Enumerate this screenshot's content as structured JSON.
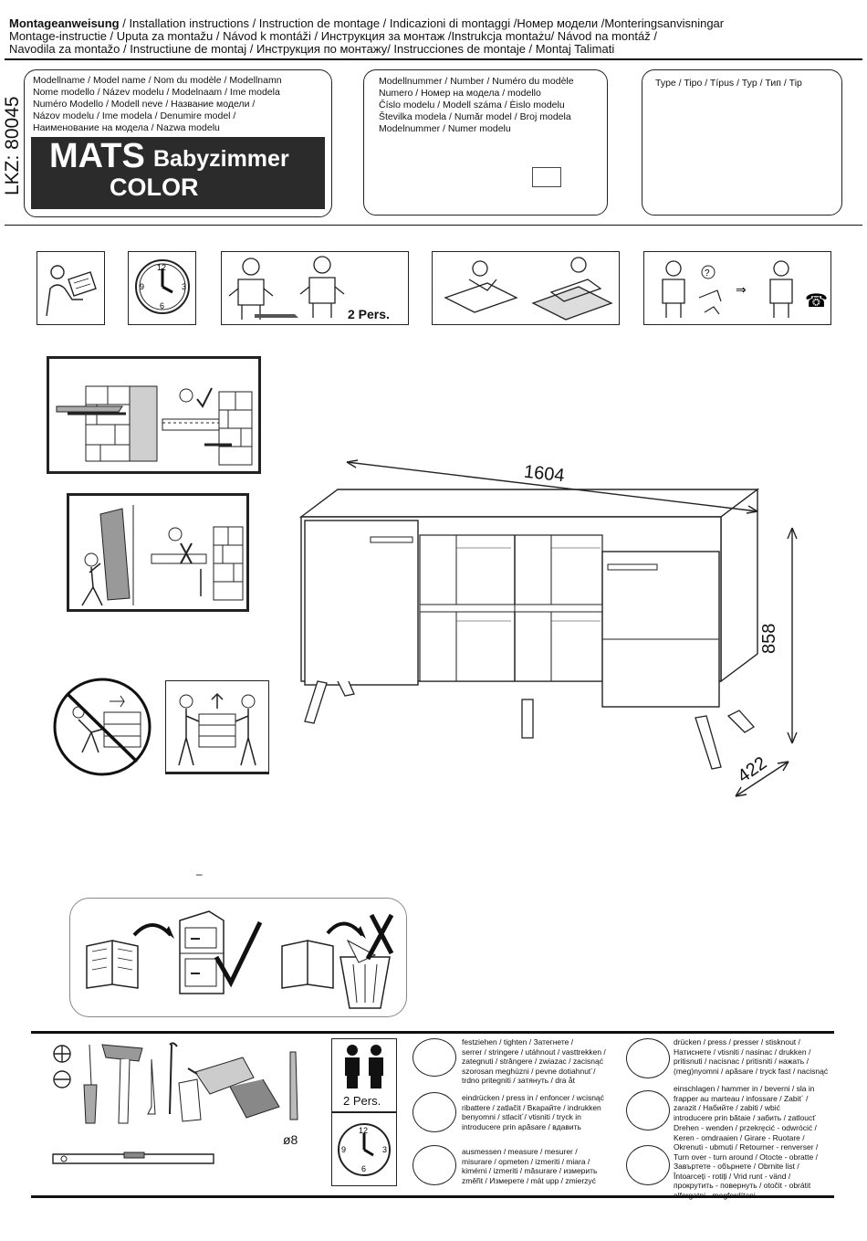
{
  "header": {
    "line1_bold": "Montageanweisung",
    "line1_rest": " / Installation instructions / Instruction de montage / Indicazioni di montaggi /Номер модели /Monteringsanvisningar",
    "line2": "Montage-instructie / Uputa za montažu / Návod k montáži / Инструкция за монтаж /Instrukcja montażu/ Návod na montáž /",
    "line3": "Navodila za montažo / Instructiune de montaj / Инструкция по монтажу/ Instrucciones de montaje / Montaj Talimati"
  },
  "lkz": "LKZ: 80045",
  "model_name_box": {
    "lines": [
      "Modellname / Model name / Nom du modèle / Modellnamn",
      "Nome modello / Název modelu / Modelnaam / Ime modela",
      "Numéro Modello / Modell neve / Название модели /",
      "Názov modelu / Ime modela / Denumire model /",
      "Наименование на модела / Nazwa modelu"
    ],
    "product_name": "MATS",
    "product_sub": "Babyzimmer",
    "product_color": "COLOR"
  },
  "model_number_box": {
    "lines": [
      "Modellnummer / Number / Numéro du modèle",
      "Numero /  Номер на модела / modello",
      "Číslo modelu / Modell száma / Èislo modelu",
      "Številka modela / Număr model / Broj modela",
      "Modelnummer / Numer modelu"
    ]
  },
  "type_box": {
    "label": "Type / Tipo / Típus / Typ / Тип / Tip"
  },
  "two_pers_label": "2 Pers.",
  "dimensions": {
    "width": "1604",
    "height": "858",
    "depth": "422"
  },
  "dash_mark": "–",
  "drill_size": "ø8",
  "legend": {
    "tighten": [
      "festziehen / tighten / Затегнете /",
      "serrer / stringere / utáhnout / vasttrekken /",
      "zategnuti / strângere / zwiazac / zacisnąć",
      "szorosan meghúzni / pevne dotiahnut´/",
      "trdno pritegniti / затянуть / dra åt"
    ],
    "press": [
      "drücken / press / presser / stisknout /",
      "Натиснете / vtisniti / nasinac / drukken /",
      "pritisnuti / nacisnac / pritisniti / нажать /",
      "(meg)nyomni / apăsare / tryck fast / nacisnąć"
    ],
    "press_in": [
      "eindrücken / press in / enfoncer / wcisnąć",
      "ribattere / zatlačit / Вкарайте / indrukken",
      "benyomni / stlacit´/ vtisniti / tryck in",
      "introducere prin apăsare / вдавить"
    ],
    "hammer": [
      "einschlagen / hammer in / beverni / sla in",
      "frapper au marteau / infossare / Zabit´ /",
      "zarazit / Набийте / zabiti / wbić",
      "introducere prin bătaie / забить / zatloucť"
    ],
    "measure": [
      "ausmessen / measure / mesurer /",
      "misurare / opmeten / izmeriti / miara /",
      "kimérni / izmeriti / măsurare / измерить",
      "změřit / Измерете / mät upp / zmierzyć"
    ],
    "turn": [
      "Drehen - wenden / przekręcić - odwrócić /",
      "Keren - omdraaien / Girare - Ruotare /",
      "Okrenuti - ubmuti / Retourner - renverser /",
      "Turn over - turn around / Otocte - obratte /",
      "Завъртете - обърнете / Obrnite list /",
      "Întoarceți - rotiți / Vrid runt - vänd /",
      "прокрутить - повернуть / otočit - obrátit",
      "elforgatni - megfordítani"
    ]
  }
}
